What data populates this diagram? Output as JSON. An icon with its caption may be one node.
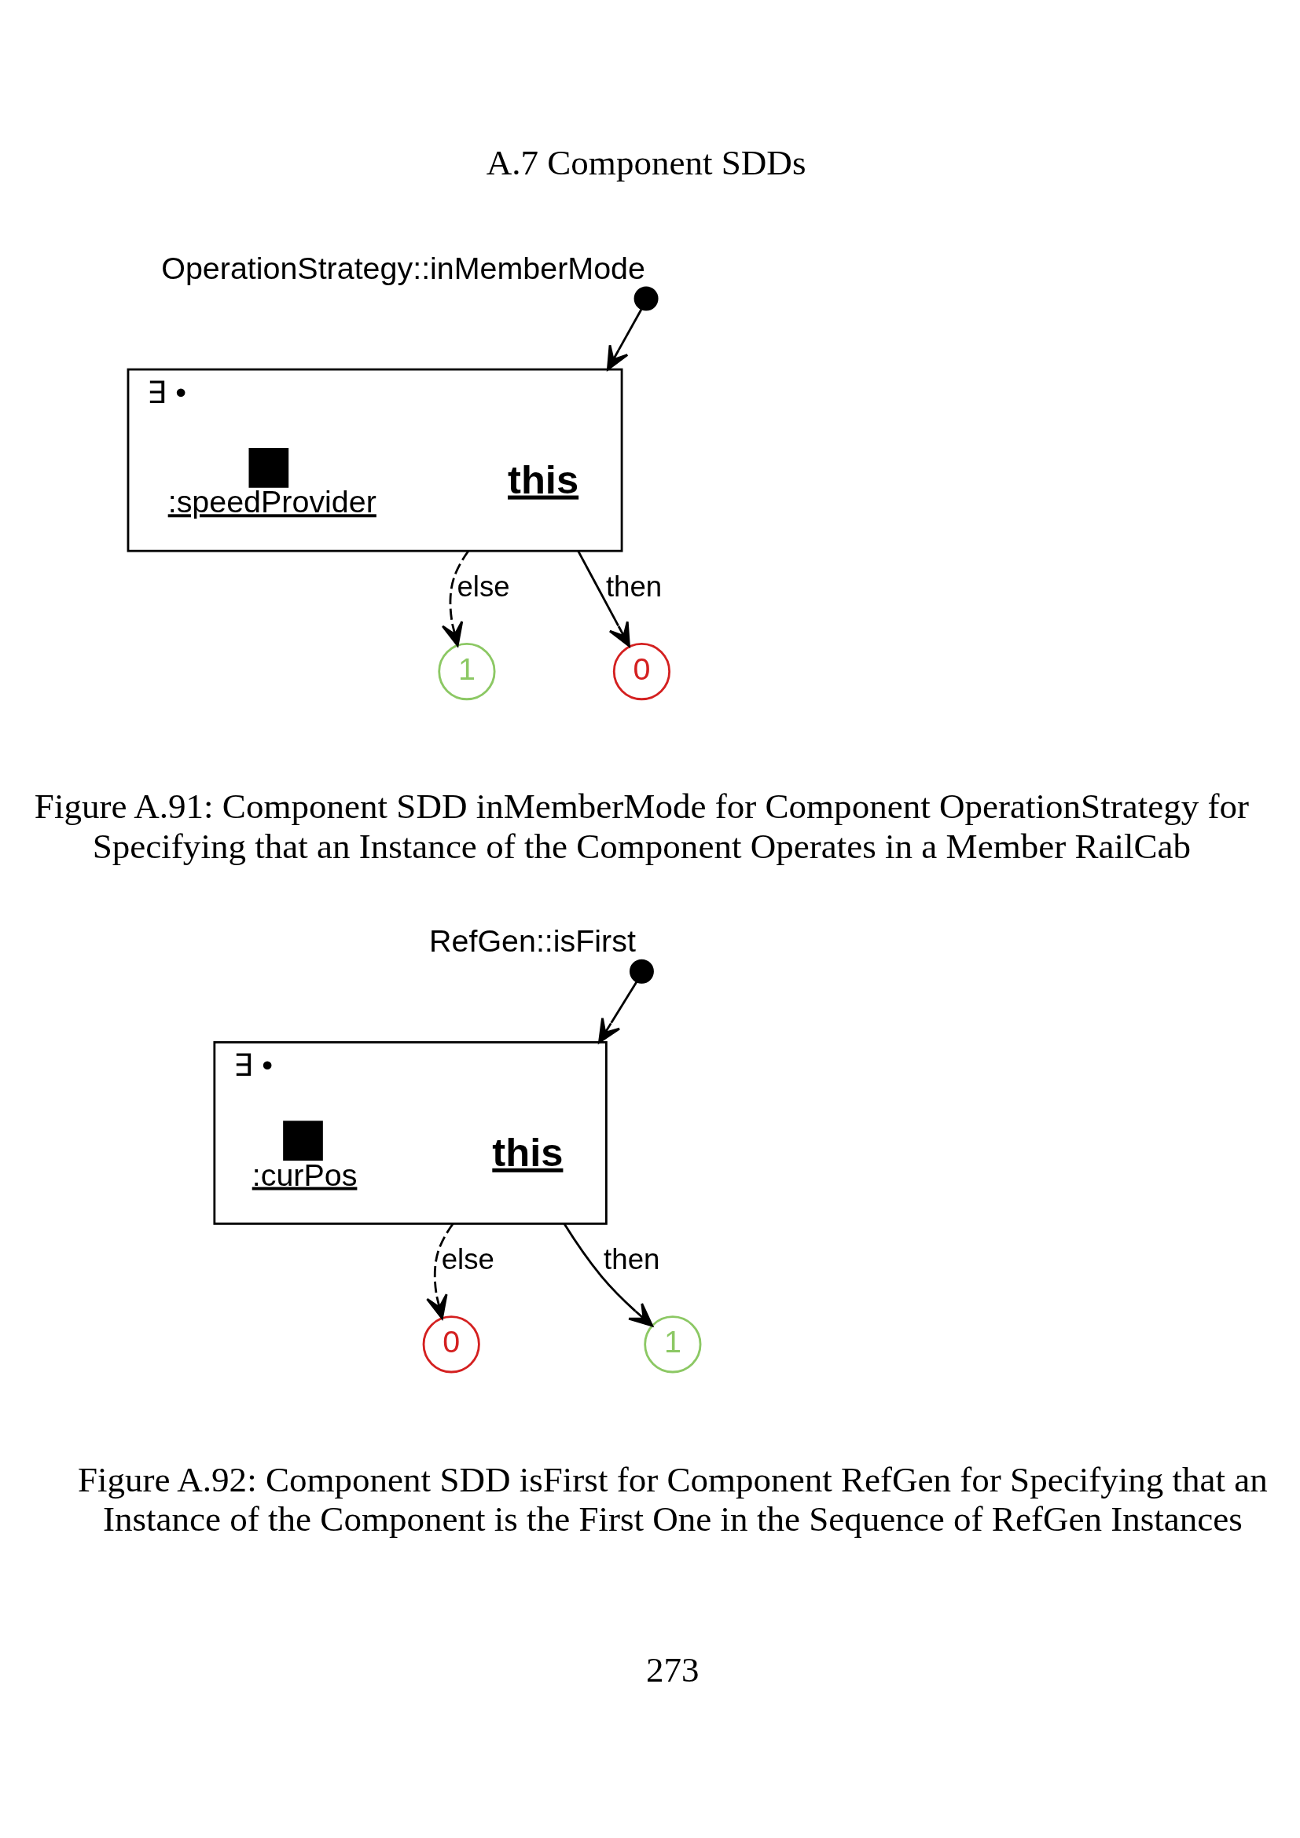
{
  "diagram": {
    "nodes": [
      {
        "text": [],
        "shape": "circle",
        "beside": [
          "OperationStrategy::inMemberMode"
        ]
      },
      {
        "text": [
          "∃ •"
        ]
      },
      {
        "text": [
          "this"
        ],
        "in": 1
      },
      {
        "text": [],
        "shape": "box",
        "beside": [
          ":speedProvider"
        ],
        "in": 1
      },
      {
        "text": [
          "0"
        ]
      },
      {
        "text": [
          "1"
        ]
      },
      {
        "text": [],
        "shape": "circle",
        "beside": [
          "RefGen::isFirst"
        ]
      },
      {
        "text": [
          "∃ •"
        ]
      },
      {
        "text": [
          "this"
        ],
        "in": 7
      },
      {
        "text": [],
        "shape": "box",
        "beside": [
          ":curPos"
        ],
        "in": 7
      },
      {
        "text": [
          "1"
        ]
      },
      {
        "text": [
          "0"
        ]
      }
    ],
    "edges": [
      {
        "from": 0,
        "to": 1,
        "arrow": "to"
      },
      {
        "from": 1,
        "to": 4,
        "arrow": "to",
        "label": "then"
      },
      {
        "from": 1,
        "to": 5,
        "arrow": "to",
        "label": "else",
        "style": "dashed"
      },
      {
        "from": 6,
        "to": 7,
        "arrow": "to"
      },
      {
        "from": 7,
        "to": 10,
        "arrow": "to",
        "label": "then"
      },
      {
        "from": 7,
        "to": 11,
        "arrow": "to",
        "label": "else",
        "style": "dashed"
      }
    ],
    "labels": [
      "A.7 Component SDDs",
      "Figure A.91: Component SDD inMemberMode for Component OperationStrategy for Specifying that an Instance of the Component Operates in a Member RailCab",
      "Figure A.92: Component SDD isFirst for Component RefGen for Specifying that an Instance of the Component is the First One in the Sequence of RefGen Instances",
      "273"
    ]
  }
}
